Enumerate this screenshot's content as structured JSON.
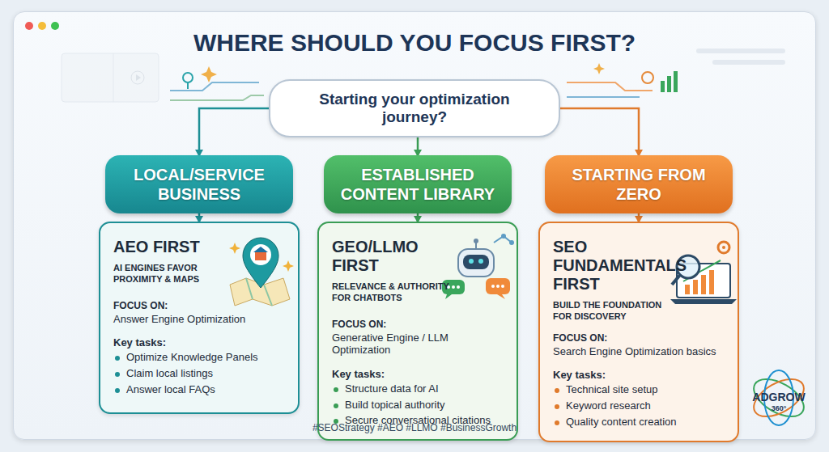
{
  "diagram": {
    "title": "WHERE SHOULD YOU FOCUS FIRST?",
    "caption": "#SEOStrategy #AEO #LLMO #BusinessGrowth",
    "nodes": [
      {
        "text": [
          "Starting your optimization journey?"
        ]
      },
      {
        "text": [
          "LOCAL/SERVICE BUSINESS"
        ]
      },
      {
        "text": [
          "ESTABLISHED CONTENT LIBRARY"
        ]
      },
      {
        "text": [
          "STARTING FROM ZERO"
        ]
      },
      {
        "text": [
          "AEO FIRST",
          "AI ENGINES FAVOR PROXIMITY & MAPS",
          "FOCUS ON:",
          "Answer Engine Optimization",
          "Key tasks:",
          "Optimize Knowledge Panels",
          "Claim local listings",
          "Answer local FAQs"
        ]
      },
      {
        "text": [
          "GEO/LLMO FIRST",
          "RELEVANCE & AUTHORITY FOR CHATBOTS",
          "FOCUS ON:",
          "Generative Engine / LLM Optimization",
          "Key tasks:",
          "Structure data for AI",
          "Build topical authority",
          "Secure conversational citations"
        ]
      },
      {
        "text": [
          "SEO FUNDAMENTALS FIRST",
          "BUILD THE FOUNDATION FOR DISCOVERY",
          "FOCUS ON:",
          "Search Engine Optimization basics",
          "Key tasks:",
          "Technical site setup",
          "Keyword research",
          "Quality content creation"
        ]
      }
    ],
    "edges": [
      {
        "from": 0,
        "to": 1,
        "arrow": "to"
      },
      {
        "from": 0,
        "to": 2,
        "arrow": "to"
      },
      {
        "from": 0,
        "to": 3,
        "arrow": "to"
      },
      {
        "from": 1,
        "to": 4,
        "arrow": "to"
      },
      {
        "from": 2,
        "to": 5,
        "arrow": "to"
      },
      {
        "from": 3,
        "to": 6,
        "arrow": "to"
      }
    ],
    "labels": [
      "ADGROW",
      "360°"
    ]
  }
}
